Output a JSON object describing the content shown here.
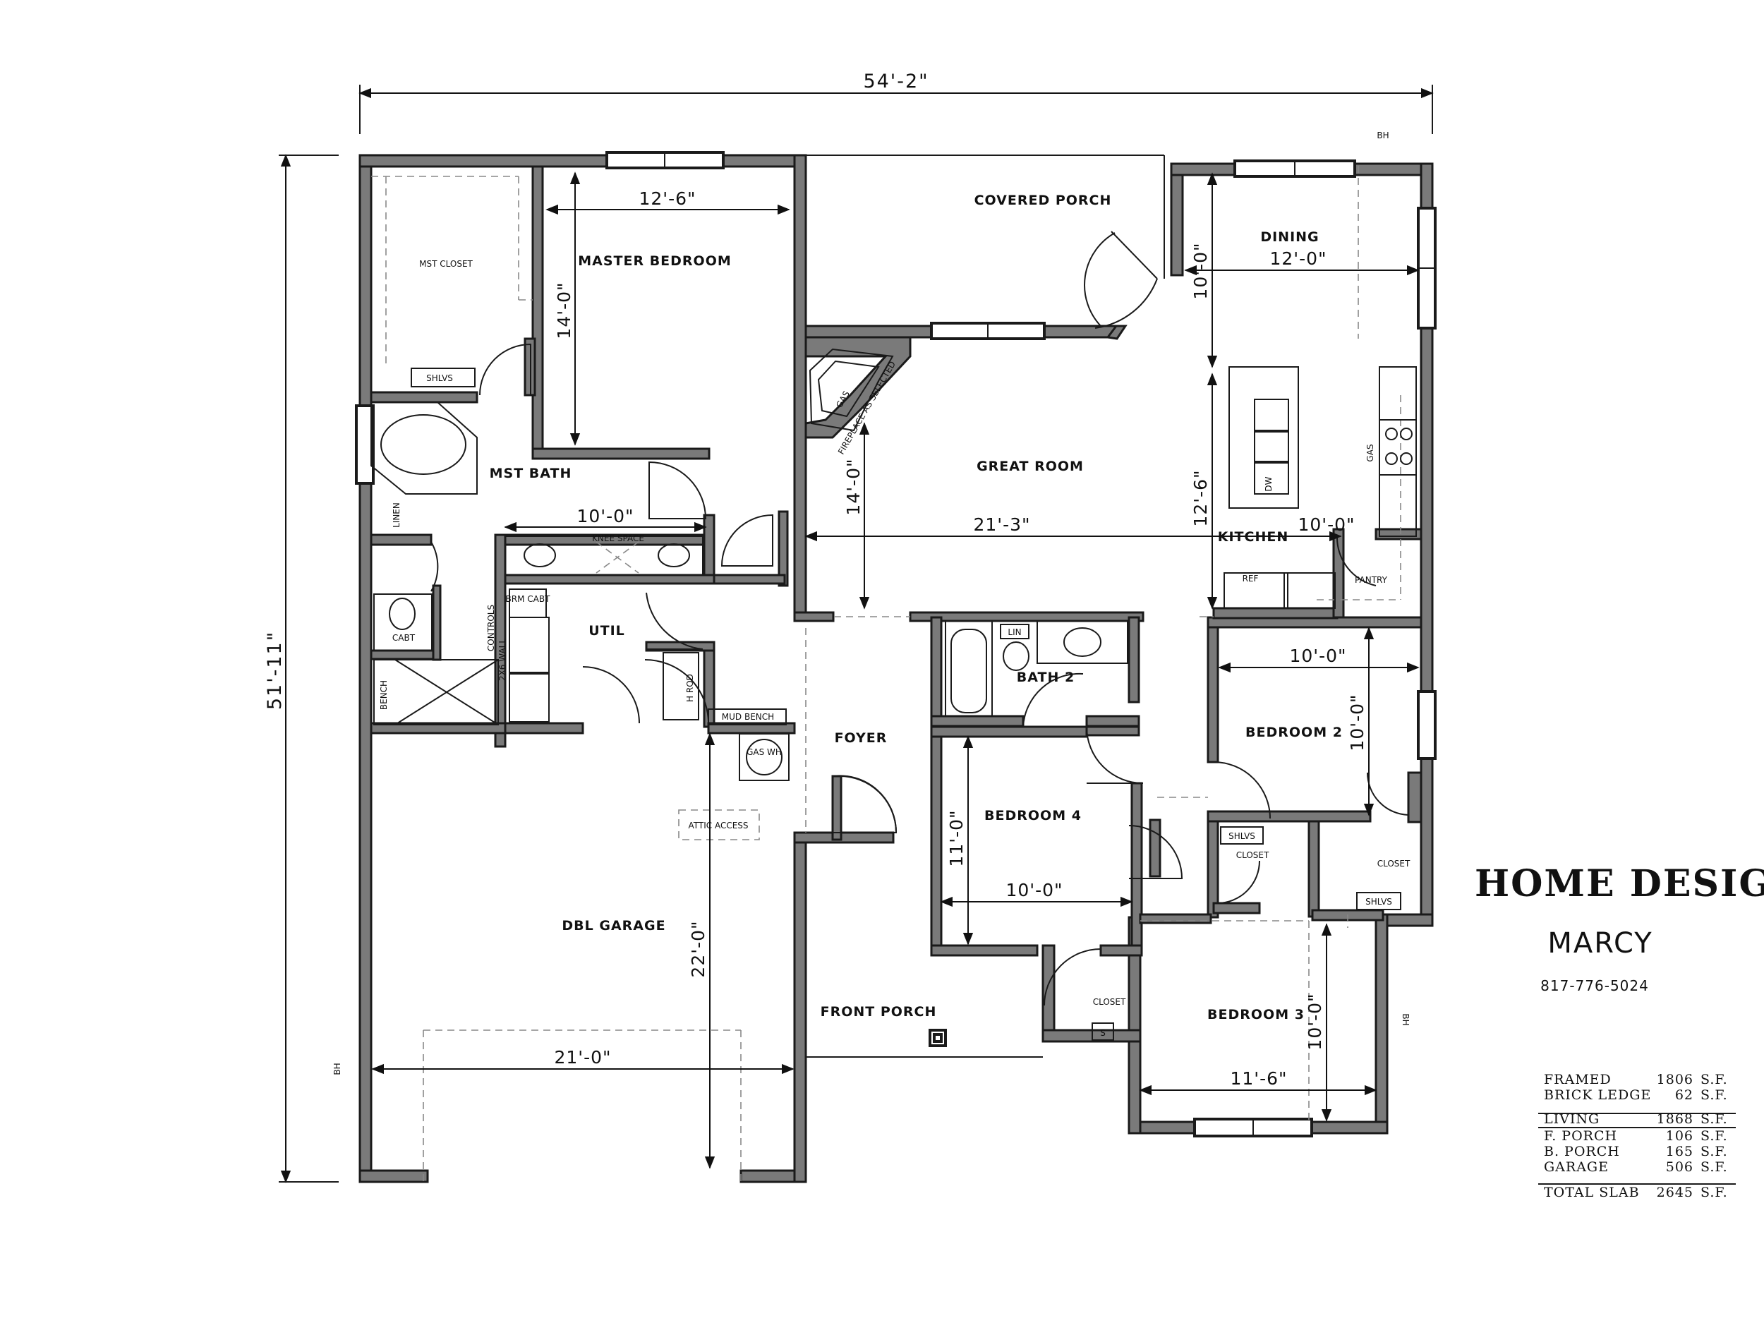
{
  "overall": {
    "width": "54'-2\"",
    "depth": "51'-11\""
  },
  "rooms": {
    "covered_porch": "COVERED PORCH",
    "master_bedroom": "MASTER BEDROOM",
    "mst_closet": "MST CLOSET",
    "shlvs": "SHLVS",
    "mst_bath": "MST BATH",
    "linen": "LINEN",
    "knee_space": "KNEE SPACE",
    "cabt": "CABT",
    "bench": "BENCH",
    "controls": "CONTROLS",
    "wall_2x6": "2X6 WALL",
    "brm_cabt": "BRM CABT",
    "util": "UTIL",
    "h_rod": "H ROD",
    "mud_bench": "MUD BENCH",
    "gas_wh": "GAS WH",
    "attic_access": "ATTIC ACCESS",
    "dbl_garage": "DBL GARAGE",
    "great_room": "GREAT ROOM",
    "fireplace": "FIREPLACE AS SELECTED",
    "gas": "GAS",
    "dining": "DINING",
    "kitchen": "KITCHEN",
    "dw": "DW",
    "ref": "REF",
    "pantry": "PANTRY",
    "foyer": "FOYER",
    "bath2": "BATH 2",
    "lin": "LIN",
    "bedroom2": "BEDROOM 2",
    "bedroom4": "BEDROOM 4",
    "bedroom3": "BEDROOM 3",
    "closet": "CLOSET",
    "front_porch": "FRONT PORCH",
    "bh": "BH",
    "s": "S"
  },
  "dims": {
    "master_w": "12'-6\"",
    "master_d": "14'-0\"",
    "bath_w": "10'-0\"",
    "great_w": "21'-3\"",
    "great_d": "14'-0\"",
    "dining_w": "12'-0\"",
    "dining_d": "10'-0\"",
    "kitchen_d": "12'-6\"",
    "kitchen_w": "10'-0\"",
    "bed2_w": "10'-0\"",
    "bed2_d": "10'-0\"",
    "bed4_w": "10'-0\"",
    "bed4_d": "11'-0\"",
    "bed3_w": "11'-6\"",
    "bed3_d": "10'-0\"",
    "garage_w": "21'-0\"",
    "garage_d": "22'-0\""
  },
  "brand": {
    "name": "HOME DESIGNS",
    "plan": "MARCY",
    "phone": "817-776-5024"
  },
  "areas": [
    {
      "label": "FRAMED",
      "value": "1806",
      "unit": "S.F."
    },
    {
      "label": "BRICK LEDGE",
      "value": "62",
      "unit": "S.F."
    },
    {
      "label": "LIVING",
      "value": "1868",
      "unit": "S.F."
    },
    {
      "label": "F. PORCH",
      "value": "106",
      "unit": "S.F."
    },
    {
      "label": "B. PORCH",
      "value": "165",
      "unit": "S.F."
    },
    {
      "label": "GARAGE",
      "value": "506",
      "unit": "S.F."
    },
    {
      "label": "TOTAL SLAB",
      "value": "2645",
      "unit": "S.F."
    }
  ]
}
